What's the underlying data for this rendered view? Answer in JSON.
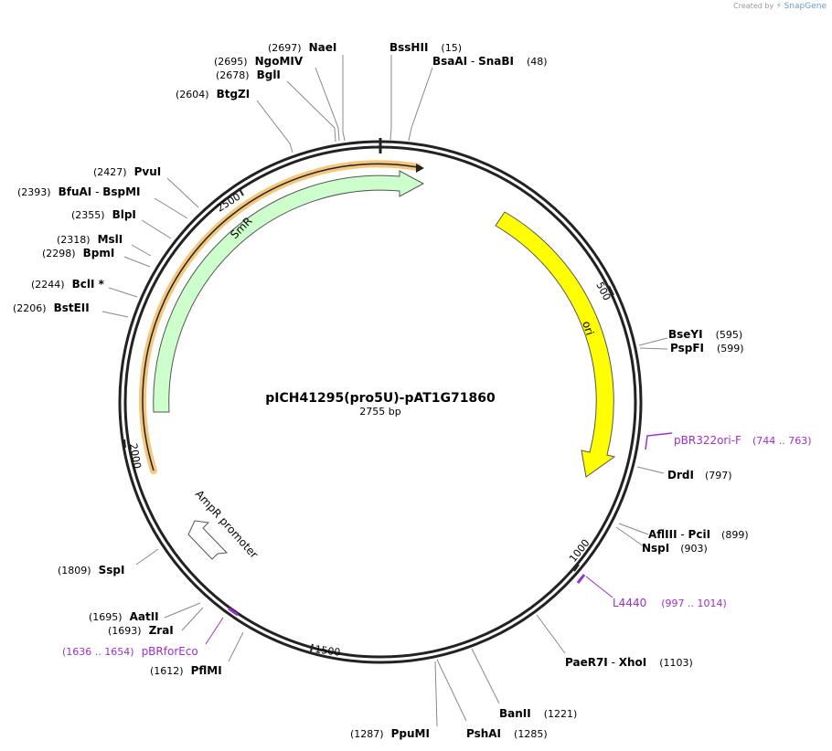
{
  "credit": {
    "prefix": "Created by",
    "brand": "SnapGene"
  },
  "plasmid": {
    "name": "pICH41295(pro5U)-pAT1G71860",
    "length_label": "2755 bp"
  },
  "enzymes": [
    {
      "name": "NaeI",
      "pos": "(2697)"
    },
    {
      "name": "NgoMIV",
      "pos": "(2695)"
    },
    {
      "name": "BglI",
      "pos": "(2678)"
    },
    {
      "name": "BtgZI",
      "pos": "(2604)"
    },
    {
      "name": "BssHII",
      "pos": "(15)"
    },
    {
      "name": "BsaAI",
      "sep": " - ",
      "name2": "SnaBI",
      "pos": "(48)"
    },
    {
      "name": "PvuI",
      "pos": "(2427)"
    },
    {
      "name": "BfuAI",
      "sep": " - ",
      "name2": "BspMI",
      "pos": "(2393)"
    },
    {
      "name": "BlpI",
      "pos": "(2355)"
    },
    {
      "name": "MslI",
      "pos": "(2318)"
    },
    {
      "name": "BpmI",
      "pos": "(2298)"
    },
    {
      "name": "BclI *",
      "pos": "(2244)"
    },
    {
      "name": "BstEII",
      "pos": "(2206)"
    },
    {
      "name": "BseYI",
      "pos": "(595)"
    },
    {
      "name": "PspFI",
      "pos": "(599)"
    },
    {
      "name": "DrdI",
      "pos": "(797)"
    },
    {
      "name": "AflIII",
      "sep": " - ",
      "name2": "PciI",
      "pos": "(899)"
    },
    {
      "name": "NspI",
      "pos": "(903)"
    },
    {
      "name": "PaeR7I",
      "sep": " - ",
      "name2": "XhoI",
      "pos": "(1103)"
    },
    {
      "name": "BanII",
      "pos": "(1221)"
    },
    {
      "name": "PshAI",
      "pos": "(1285)"
    },
    {
      "name": "PpuMI",
      "pos": "(1287)"
    },
    {
      "name": "SspI",
      "pos": "(1809)"
    },
    {
      "name": "AatII",
      "pos": "(1695)"
    },
    {
      "name": "ZraI",
      "pos": "(1693)"
    },
    {
      "name": "PflMI",
      "pos": "(1612)"
    }
  ],
  "primers": [
    {
      "name": "pBR322ori-F",
      "range": "(744 .. 763)"
    },
    {
      "name": "L4440",
      "range": "(997 .. 1014)"
    },
    {
      "name": "pBRforEco",
      "range": "(1636 .. 1654)"
    }
  ],
  "ticks": [
    "500",
    "1000",
    "1500",
    "2000",
    "2500"
  ],
  "features": [
    {
      "name": "ori",
      "color": "#ffff00"
    },
    {
      "name": "SmR",
      "color": "#ccffcc"
    },
    {
      "name": "AmpR promoter",
      "color": "#ffffff"
    }
  ],
  "colors": {
    "primer": "#9b30c8",
    "highlight": "#f5c77e"
  }
}
